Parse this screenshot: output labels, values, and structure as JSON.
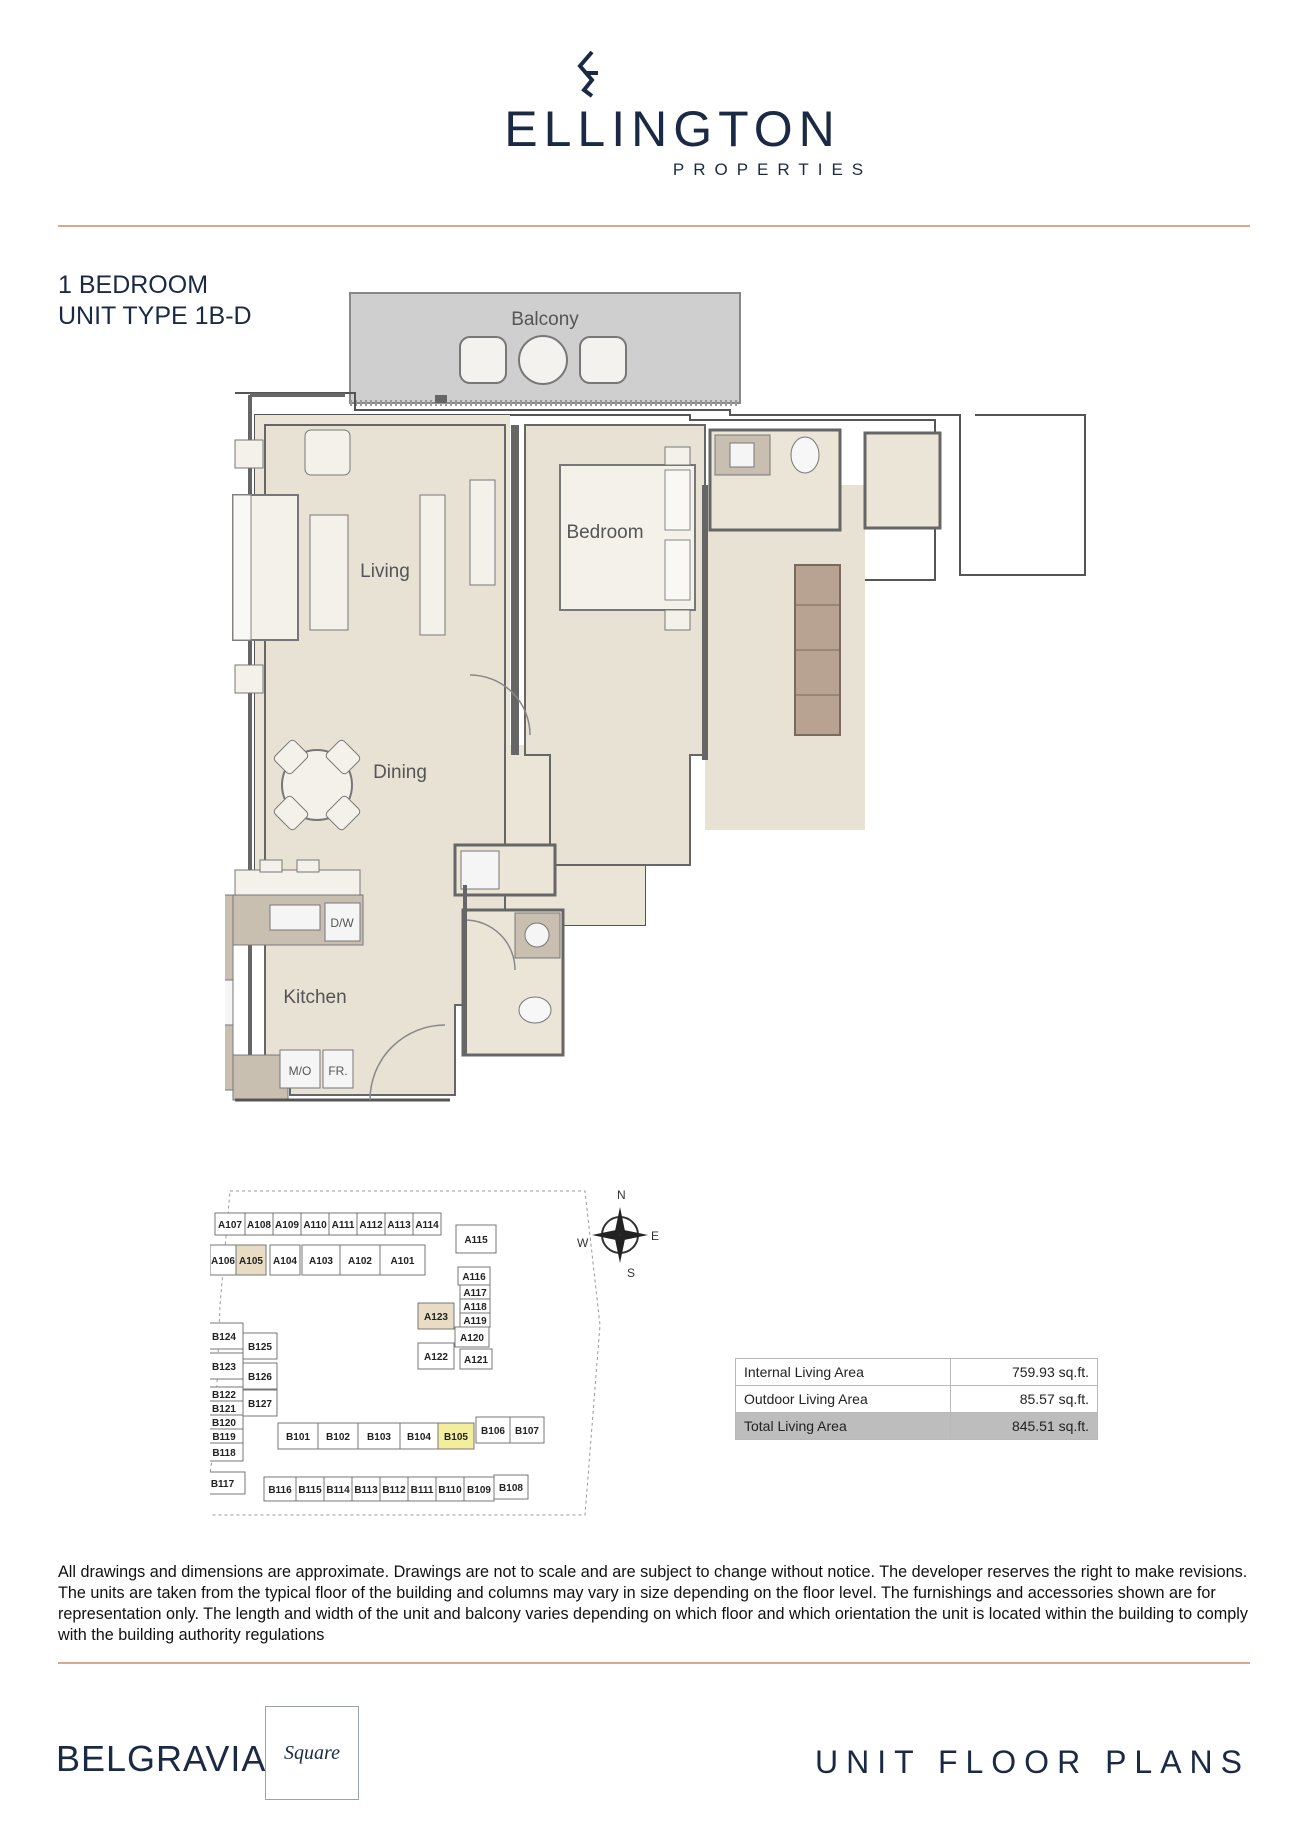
{
  "header": {
    "brand_title": "ELLINGTON",
    "brand_subtitle": "PROPERTIES",
    "accent_color": "#d8a88e",
    "navy_color": "#1b2a44"
  },
  "unit": {
    "line1": "1 BEDROOM",
    "line2": "UNIT TYPE 1B-D"
  },
  "plan": {
    "rooms": {
      "balcony": "Balcony",
      "living": "Living",
      "bedroom": "Bedroom",
      "dining": "Dining",
      "kitchen": "Kitchen",
      "dw": "D/W",
      "mo": "M/O",
      "fr": "FR."
    }
  },
  "site_plan": {
    "units_a": [
      "A107",
      "A108",
      "A109",
      "A110",
      "A111",
      "A112",
      "A113",
      "A114",
      "A106",
      "A105",
      "A104",
      "A103",
      "A102",
      "A101",
      "A115",
      "A116",
      "A117",
      "A118",
      "A119",
      "A120",
      "A121",
      "A122",
      "A123"
    ],
    "units_b": [
      "B124",
      "B125",
      "B123",
      "B126",
      "B122",
      "B121",
      "B120",
      "B119",
      "B118",
      "B127",
      "B117",
      "B101",
      "B102",
      "B103",
      "B104",
      "B105",
      "B106",
      "B107",
      "B116",
      "B115",
      "B114",
      "B113",
      "B112",
      "B111",
      "B110",
      "B109",
      "B108"
    ],
    "highlight_a": [
      "A105",
      "A123"
    ],
    "highlight_b": "B105",
    "compass": {
      "n": "N",
      "e": "E",
      "w": "W",
      "s": "S"
    }
  },
  "area_table": {
    "rows": [
      {
        "label": "Internal Living Area",
        "value": "759.93 sq.ft."
      },
      {
        "label": "Outdoor Living Area",
        "value": "85.57 sq.ft."
      },
      {
        "label": "Total Living Area",
        "value": "845.51 sq.ft."
      }
    ]
  },
  "disclaimer": "All drawings and dimensions are approximate. Drawings are not to scale and are subject to change without notice. The developer reserves the right to make revisions. The units are taken from the typical floor of the building and columns may vary in size depending on the floor level. The furnishings and accessories shown are for representation only. The length and width of the unit and balcony varies depending on which floor and which orientation the unit is located within the building to comply with the building authority regulations",
  "footer": {
    "project_left": "BELGRAVIA",
    "project_box": "Square",
    "right_title": "UNIT FLOOR PLANS"
  }
}
